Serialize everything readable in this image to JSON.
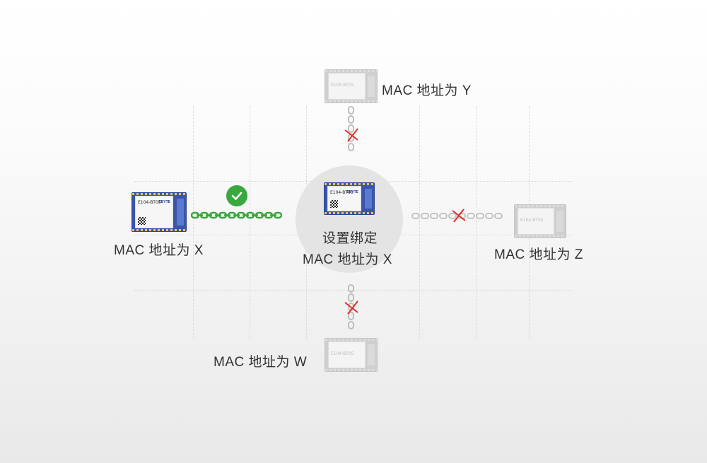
{
  "center": {
    "line1": "设置绑定",
    "line2": "MAC 地址为 X"
  },
  "left": {
    "label": "MAC 地址为 X",
    "status": "connected"
  },
  "top": {
    "label": "MAC 地址为 Y",
    "status": "blocked"
  },
  "right": {
    "label": "MAC 地址为 Z",
    "status": "blocked"
  },
  "bottom": {
    "label": "MAC 地址为 W",
    "status": "blocked"
  },
  "module": {
    "model": "E104-BT05"
  },
  "colors": {
    "connected_chain": "#37a53e",
    "blocked_chain": "#bdbdbd",
    "cross": "#e0302a",
    "check": "#38a83f",
    "module_blue": "#3a56a8"
  },
  "icons": [
    "check-icon",
    "cross-icon",
    "chain-link-icon"
  ]
}
